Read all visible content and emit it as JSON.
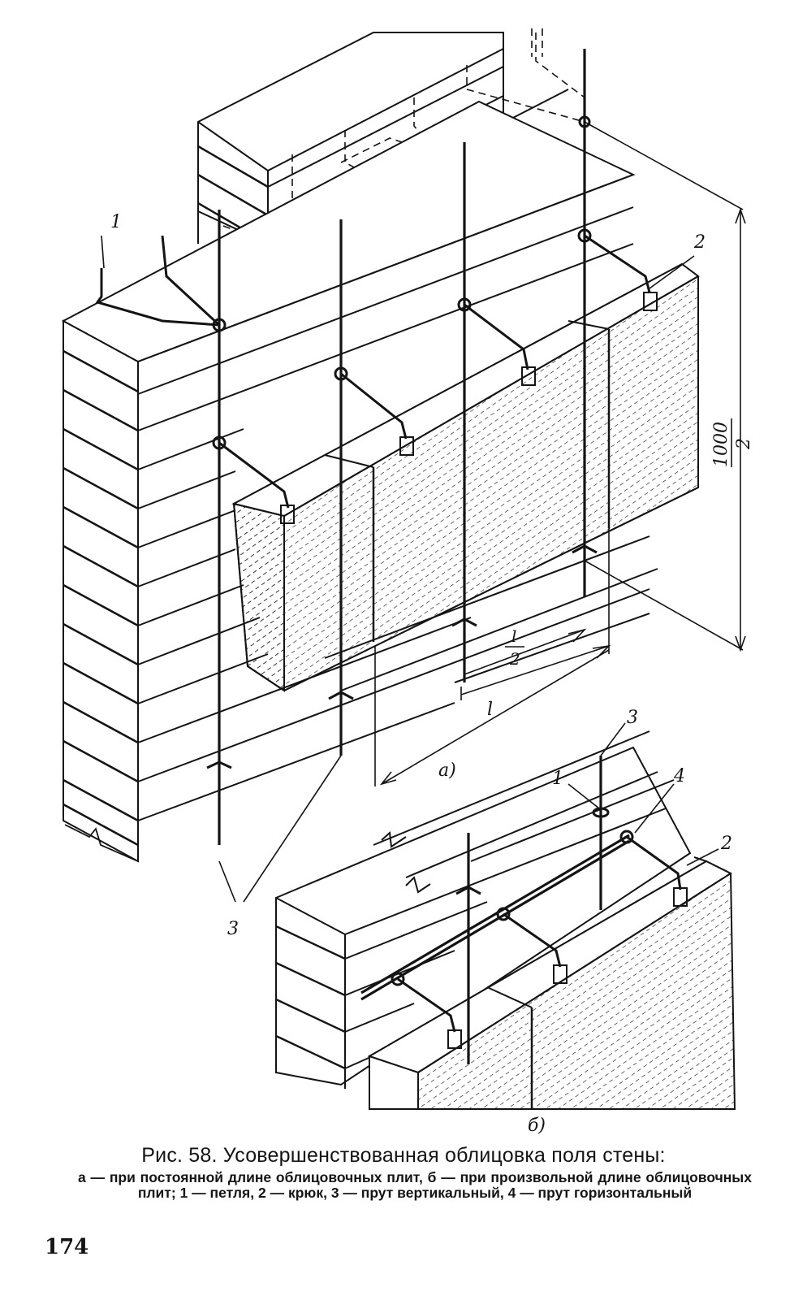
{
  "figure": {
    "title": "Рис. 58. Усовершенствованная облицовка поля стены:",
    "legend": "а — при постоянной длине облицовочных плит, б — при произвольной длине облицовочных плит; 1 — петля, 2 — крюк, 3 — прут вертикальный, 4 — прут горизонтальный",
    "labels": {
      "part_a": "а)",
      "part_b": "б)",
      "callout_1": "1",
      "callout_2": "2",
      "callout_3": "3",
      "callout_4": "4",
      "dim_1000": "1000",
      "dim_half_1000": "2",
      "dim_l": "l",
      "dim_l_half_num": "l",
      "dim_l_half_den": "2"
    }
  },
  "page": {
    "number": "174"
  }
}
